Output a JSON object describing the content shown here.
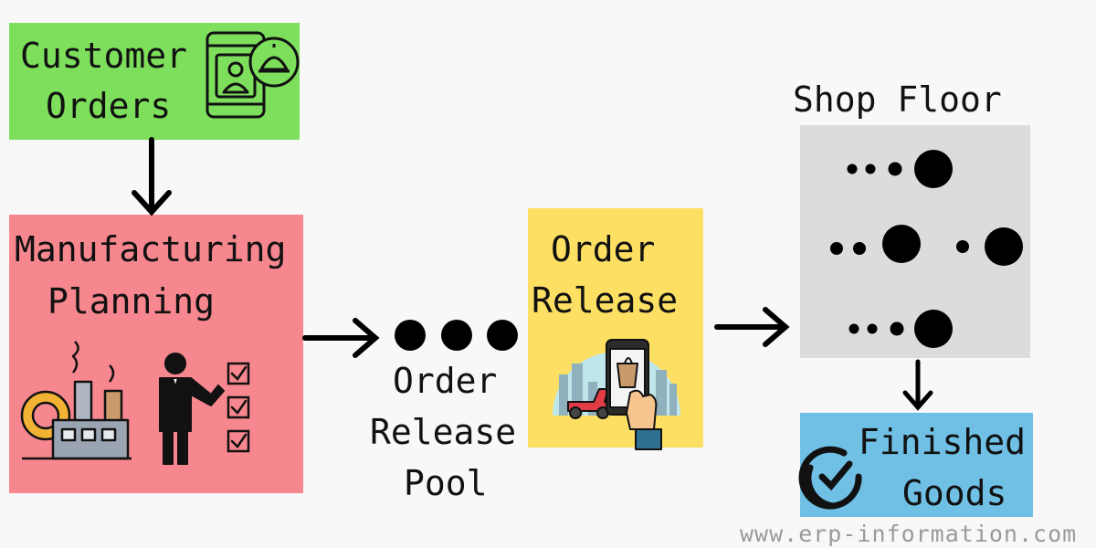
{
  "customer_orders": {
    "line1": "Customer",
    "line2": "Orders",
    "icon": "phone-order-icon",
    "color": "#7ddf5c"
  },
  "manufacturing_planning": {
    "line1": "Manufacturing",
    "line2": "Planning",
    "icons": [
      "factory-icon",
      "presenter-icon",
      "checklist-icon"
    ],
    "color": "#f7878e"
  },
  "order_release_pool": {
    "line1": "Order",
    "line2": "Release",
    "line3": "Pool"
  },
  "order_release": {
    "line1": "Order",
    "line2": "Release",
    "icon": "delivery-app-icon",
    "color": "#fde063"
  },
  "shop_floor": {
    "title": "Shop Floor",
    "color": "#dcdcdc"
  },
  "finished_goods": {
    "line1": "Finished",
    "line2": "Goods",
    "icon": "check-circle-icon",
    "color": "#6fc0e4"
  },
  "watermark": "www.erp-information.com"
}
